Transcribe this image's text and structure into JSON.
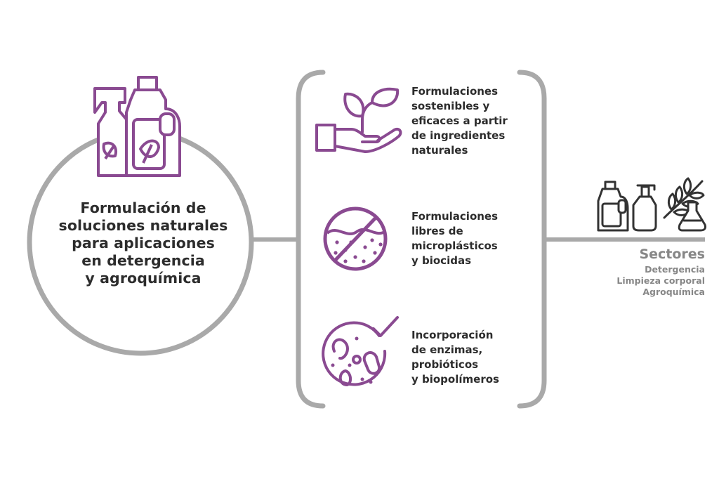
{
  "colors": {
    "accent": "#8a4a91",
    "frame_gray": "#a9a9a9",
    "text": "#2c2c2c",
    "sector_text": "#878787",
    "icon_dark": "#333333"
  },
  "circle": {
    "title_lines": [
      "Formulación de",
      "soluciones naturales",
      "para aplicaciones",
      "en detergencia",
      "y agroquímica"
    ],
    "icon": "cleaning-bottles-leaf-icon"
  },
  "items": [
    {
      "icon": "hand-sprout-icon",
      "lines": [
        "Formulaciones",
        "sostenibles y",
        "eficaces a partir",
        "de ingredientes",
        "naturales"
      ]
    },
    {
      "icon": "no-microplastics-icon",
      "lines": [
        "Formulaciones",
        "libres de",
        "microplásticos",
        "y biocidas"
      ]
    },
    {
      "icon": "enzymes-probiotics-check-icon",
      "lines": [
        "Incorporación",
        "de enzimas,",
        "probióticos",
        "y biopolímeros"
      ]
    }
  ],
  "sectors": {
    "title": "Sectores",
    "items": [
      "Detergencia",
      "Limpieza corporal",
      "Agroquímica"
    ],
    "icons": [
      "detergent-bottle-icon",
      "soap-dispenser-icon",
      "wheat-flask-icon"
    ]
  }
}
